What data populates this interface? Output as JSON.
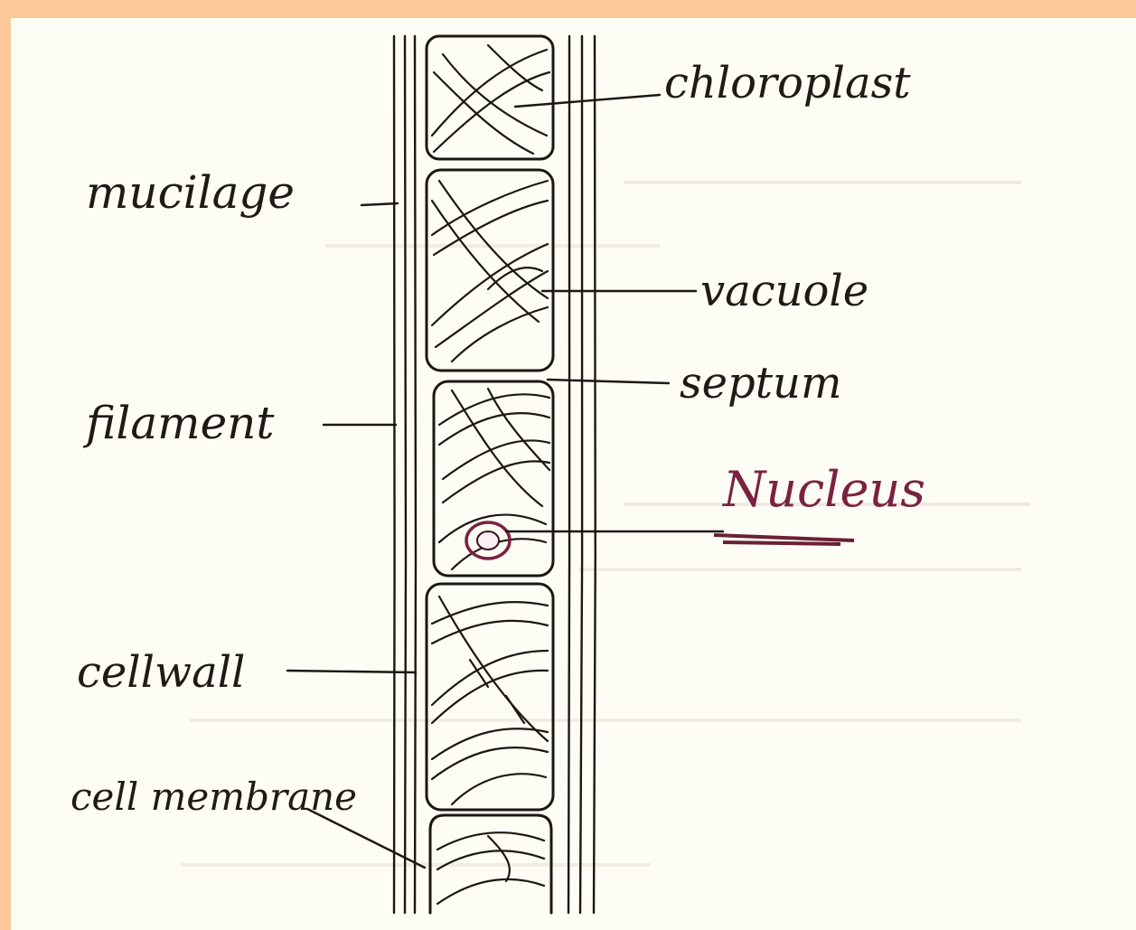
{
  "diagram": {
    "labels": {
      "chloroplast": "chloroplast",
      "mucilage": "mucilage",
      "vacuole": "vacuole",
      "septum": "septum",
      "filament": "filament",
      "nucleus": "Nucleus",
      "cellwall": "cellwall",
      "cell_membrane": "cell membrane"
    },
    "colors": {
      "ink": "#1b1712",
      "nucleus_ink": "#7a2240",
      "frame": "#fbc89a",
      "paper": "#fdfcf5"
    }
  }
}
